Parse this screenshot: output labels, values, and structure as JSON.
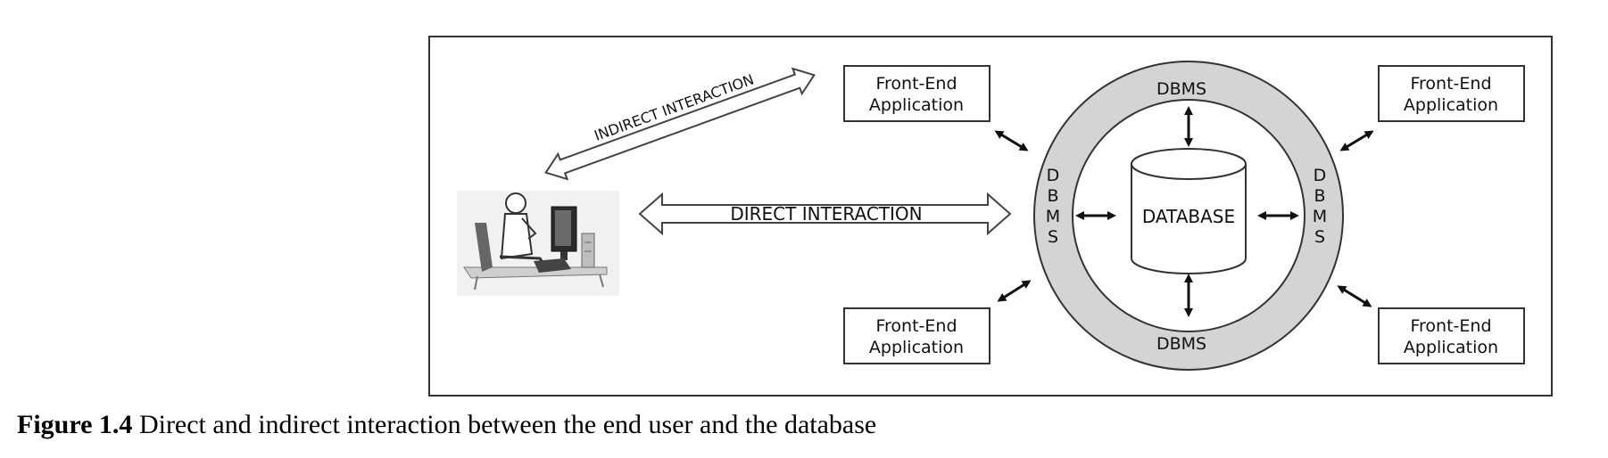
{
  "frame": {
    "border_color": "#333333",
    "ring_fill": "#d4d4d4"
  },
  "arrows": {
    "indirect": "INDIRECT INTERACTION",
    "direct": "DIRECT INTERACTION"
  },
  "apps": {
    "top_left": {
      "line1": "Front-End",
      "line2": "Application"
    },
    "top_right": {
      "line1": "Front-End",
      "line2": "Application"
    },
    "bottom_left": {
      "line1": "Front-End",
      "line2": "Application"
    },
    "bottom_right": {
      "line1": "Front-End",
      "line2": "Application"
    }
  },
  "dbms": {
    "top": "DBMS",
    "bottom": "DBMS",
    "left": [
      "D",
      "B",
      "M",
      "S"
    ],
    "right": [
      "D",
      "B",
      "M",
      "S"
    ]
  },
  "database": "DATABASE",
  "user_illustration": "computer-user-icon",
  "caption": {
    "label": "Figure 1.4",
    "text": " Direct and indirect interaction between the end user and the database"
  }
}
